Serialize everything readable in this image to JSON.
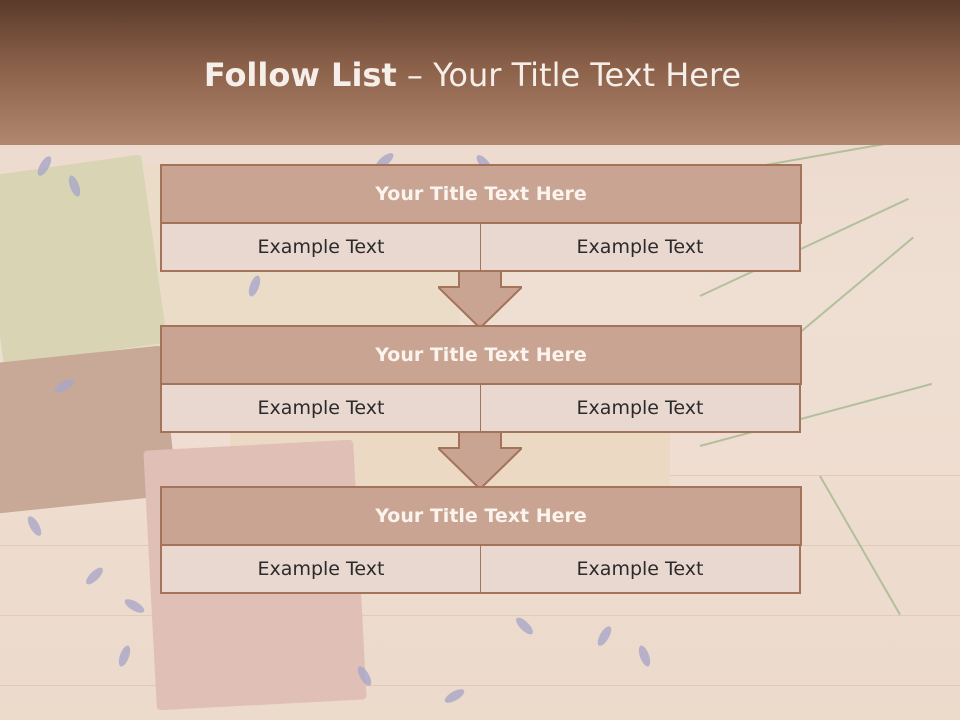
{
  "header": {
    "title_bold": "Follow List",
    "title_rest": "– Your Title Text Here"
  },
  "boxes": [
    {
      "title": "Your Title Text Here",
      "left": "Example Text",
      "right": "Example Text"
    },
    {
      "title": "Your Title Text Here",
      "left": "Example Text",
      "right": "Example Text"
    },
    {
      "title": "Your Title Text Here",
      "left": "Example Text",
      "right": "Example Text"
    }
  ],
  "colors": {
    "header_dark": "#5a3a2b",
    "box_title_bg": "#c9a492",
    "box_border": "#a3735a",
    "cell_bg": "#e8d8cf",
    "arrow_fill": "#c9a492"
  }
}
